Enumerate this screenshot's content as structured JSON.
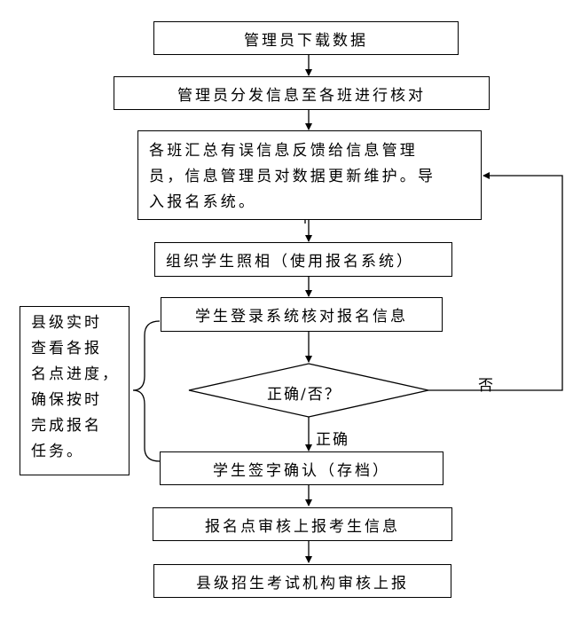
{
  "steps": [
    "管理员下载数据",
    "管理员分发信息至各班进行核对",
    [
      "各班汇总有误信息反馈给信息管理",
      "员，信息管理员对数据更新维护。导",
      "入报名系统。"
    ],
    "组织学生照相（使用报名系统）",
    "学生登录系统核对报名信息",
    "学生签字确认（存档）",
    "报名点审核上报考生信息",
    "县级招生考试机构审核上报"
  ],
  "decision": {
    "text": "正确/否？",
    "yes_label": "正确",
    "no_label": "否"
  },
  "note": [
    "县级实时",
    "查看各报",
    "名点进度，",
    "确保按时",
    "完成报名",
    "任务。"
  ]
}
